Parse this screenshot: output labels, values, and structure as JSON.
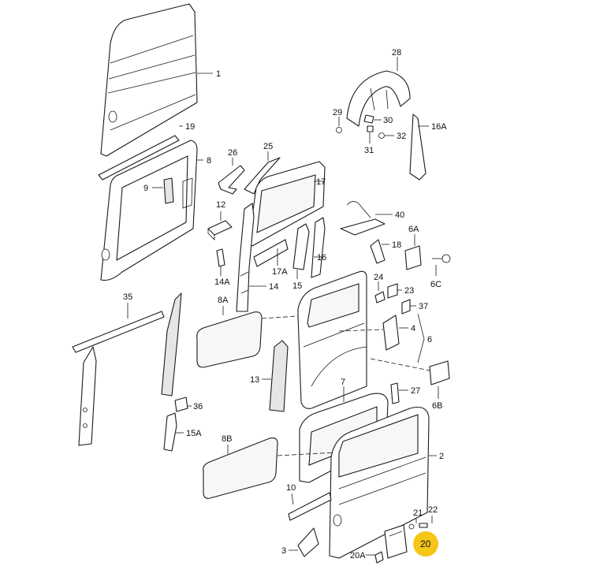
{
  "labels": {
    "p1": "1",
    "p2": "2",
    "p3": "3",
    "p4": "4",
    "p6": "6",
    "p6a": "6A",
    "p6b": "6B",
    "p6c": "6C",
    "p7": "7",
    "p8": "8",
    "p8a": "8A",
    "p8b": "8B",
    "p9": "9",
    "p10": "10",
    "p12": "12",
    "p13": "13",
    "p14": "14",
    "p14a": "14A",
    "p15": "15",
    "p15a": "15A",
    "p16": "16",
    "p16a": "16A",
    "p17": "17",
    "p17a": "17A",
    "p18": "18",
    "p19": "19",
    "p20": "20",
    "p20a": "20A",
    "p21": "21",
    "p22": "22",
    "p23": "23",
    "p24": "24",
    "p25": "25",
    "p26": "26",
    "p27": "27",
    "p28": "28",
    "p29": "29",
    "p30": "30",
    "p31": "31",
    "p32": "32",
    "p35": "35",
    "p36": "36",
    "p37": "37",
    "p40": "40"
  },
  "highlight": {
    "part": "20",
    "color": "#f5c518"
  },
  "colors": {
    "line": "#1a1a1a",
    "background": "#ffffff"
  }
}
